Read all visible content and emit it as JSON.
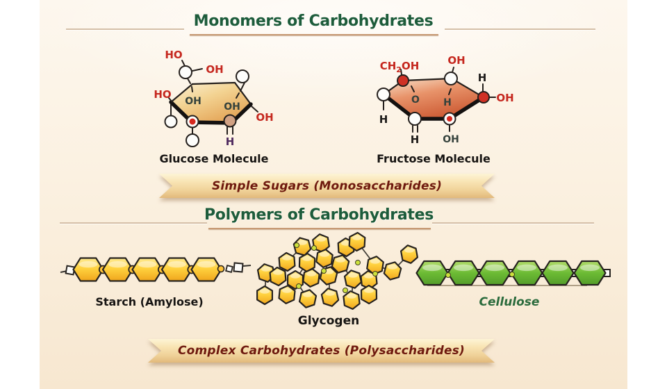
{
  "colors": {
    "title_green": "#1d5c3b",
    "label_red": "#c5271e",
    "banner_text_maroon": "#6e190e",
    "ink": "#1d1b19",
    "inner_label": "#35423c",
    "purple_h": "#4e2a5e",
    "starch_yellow": "#ffd23f",
    "cellulose_green": "#6cbb34",
    "ribbon_tan": "#f3dca8",
    "background_cream": "#fbf1e1"
  },
  "sections": {
    "monomers": {
      "title": "Monomers of Carbohydrates",
      "banner": "Simple Sugars (Monosaccharides)",
      "glucose": {
        "caption": "Glucose Molecule",
        "labels": {
          "top_ho": "HO",
          "top_oh": "OH",
          "left_ho": "HO",
          "inner_left_oh": "OH",
          "inner_right_oh": "OH",
          "right_oh": "OH",
          "bottom_h": "H"
        }
      },
      "fructose": {
        "caption": "Fructose Molecule",
        "labels": {
          "ch2oh_main": "CH",
          "ch2oh_sub": "2",
          "ch2oh_tail": "OH",
          "top_oh": "OH",
          "upper_right_h": "H",
          "right_oh": "OH",
          "inner_o": "O",
          "inner_h": "H",
          "left_h": "H",
          "bottom_left_h": "H",
          "bottom_right_oh": "OH"
        }
      }
    },
    "polymers": {
      "title": "Polymers of Carbohydrates",
      "banner": "Complex Carbohydrates (Polysaccharides)",
      "starch": {
        "caption": "Starch (Amylose)",
        "unit_count": 5
      },
      "glycogen": {
        "caption": "Glycogen",
        "unit_count": 24
      },
      "cellulose": {
        "caption": "Cellulose",
        "unit_count": 6
      }
    }
  }
}
